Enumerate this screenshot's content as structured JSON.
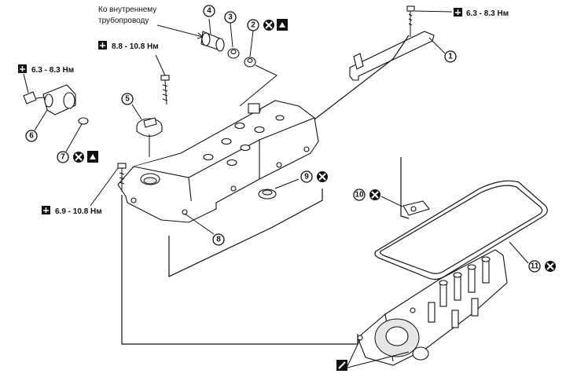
{
  "note": {
    "line1": "Ко внутреннему",
    "line2": "трубопроводу"
  },
  "torques": {
    "t1": "6.3 - 8.3 Нм",
    "t2": "8.8 - 10.8 Нм",
    "t3": "6.3 - 8.3 Нм",
    "t4": "6.9 - 10.8 Нм"
  },
  "callouts": [
    "1",
    "2",
    "3",
    "4",
    "5",
    "6",
    "7",
    "8",
    "9",
    "10",
    "11"
  ],
  "icons": {
    "torque": "wrench-torque-icon",
    "replace": "x-circle-replace-icon",
    "lubricate": "oil-can-icon",
    "sealant": "sealant-tube-icon"
  }
}
